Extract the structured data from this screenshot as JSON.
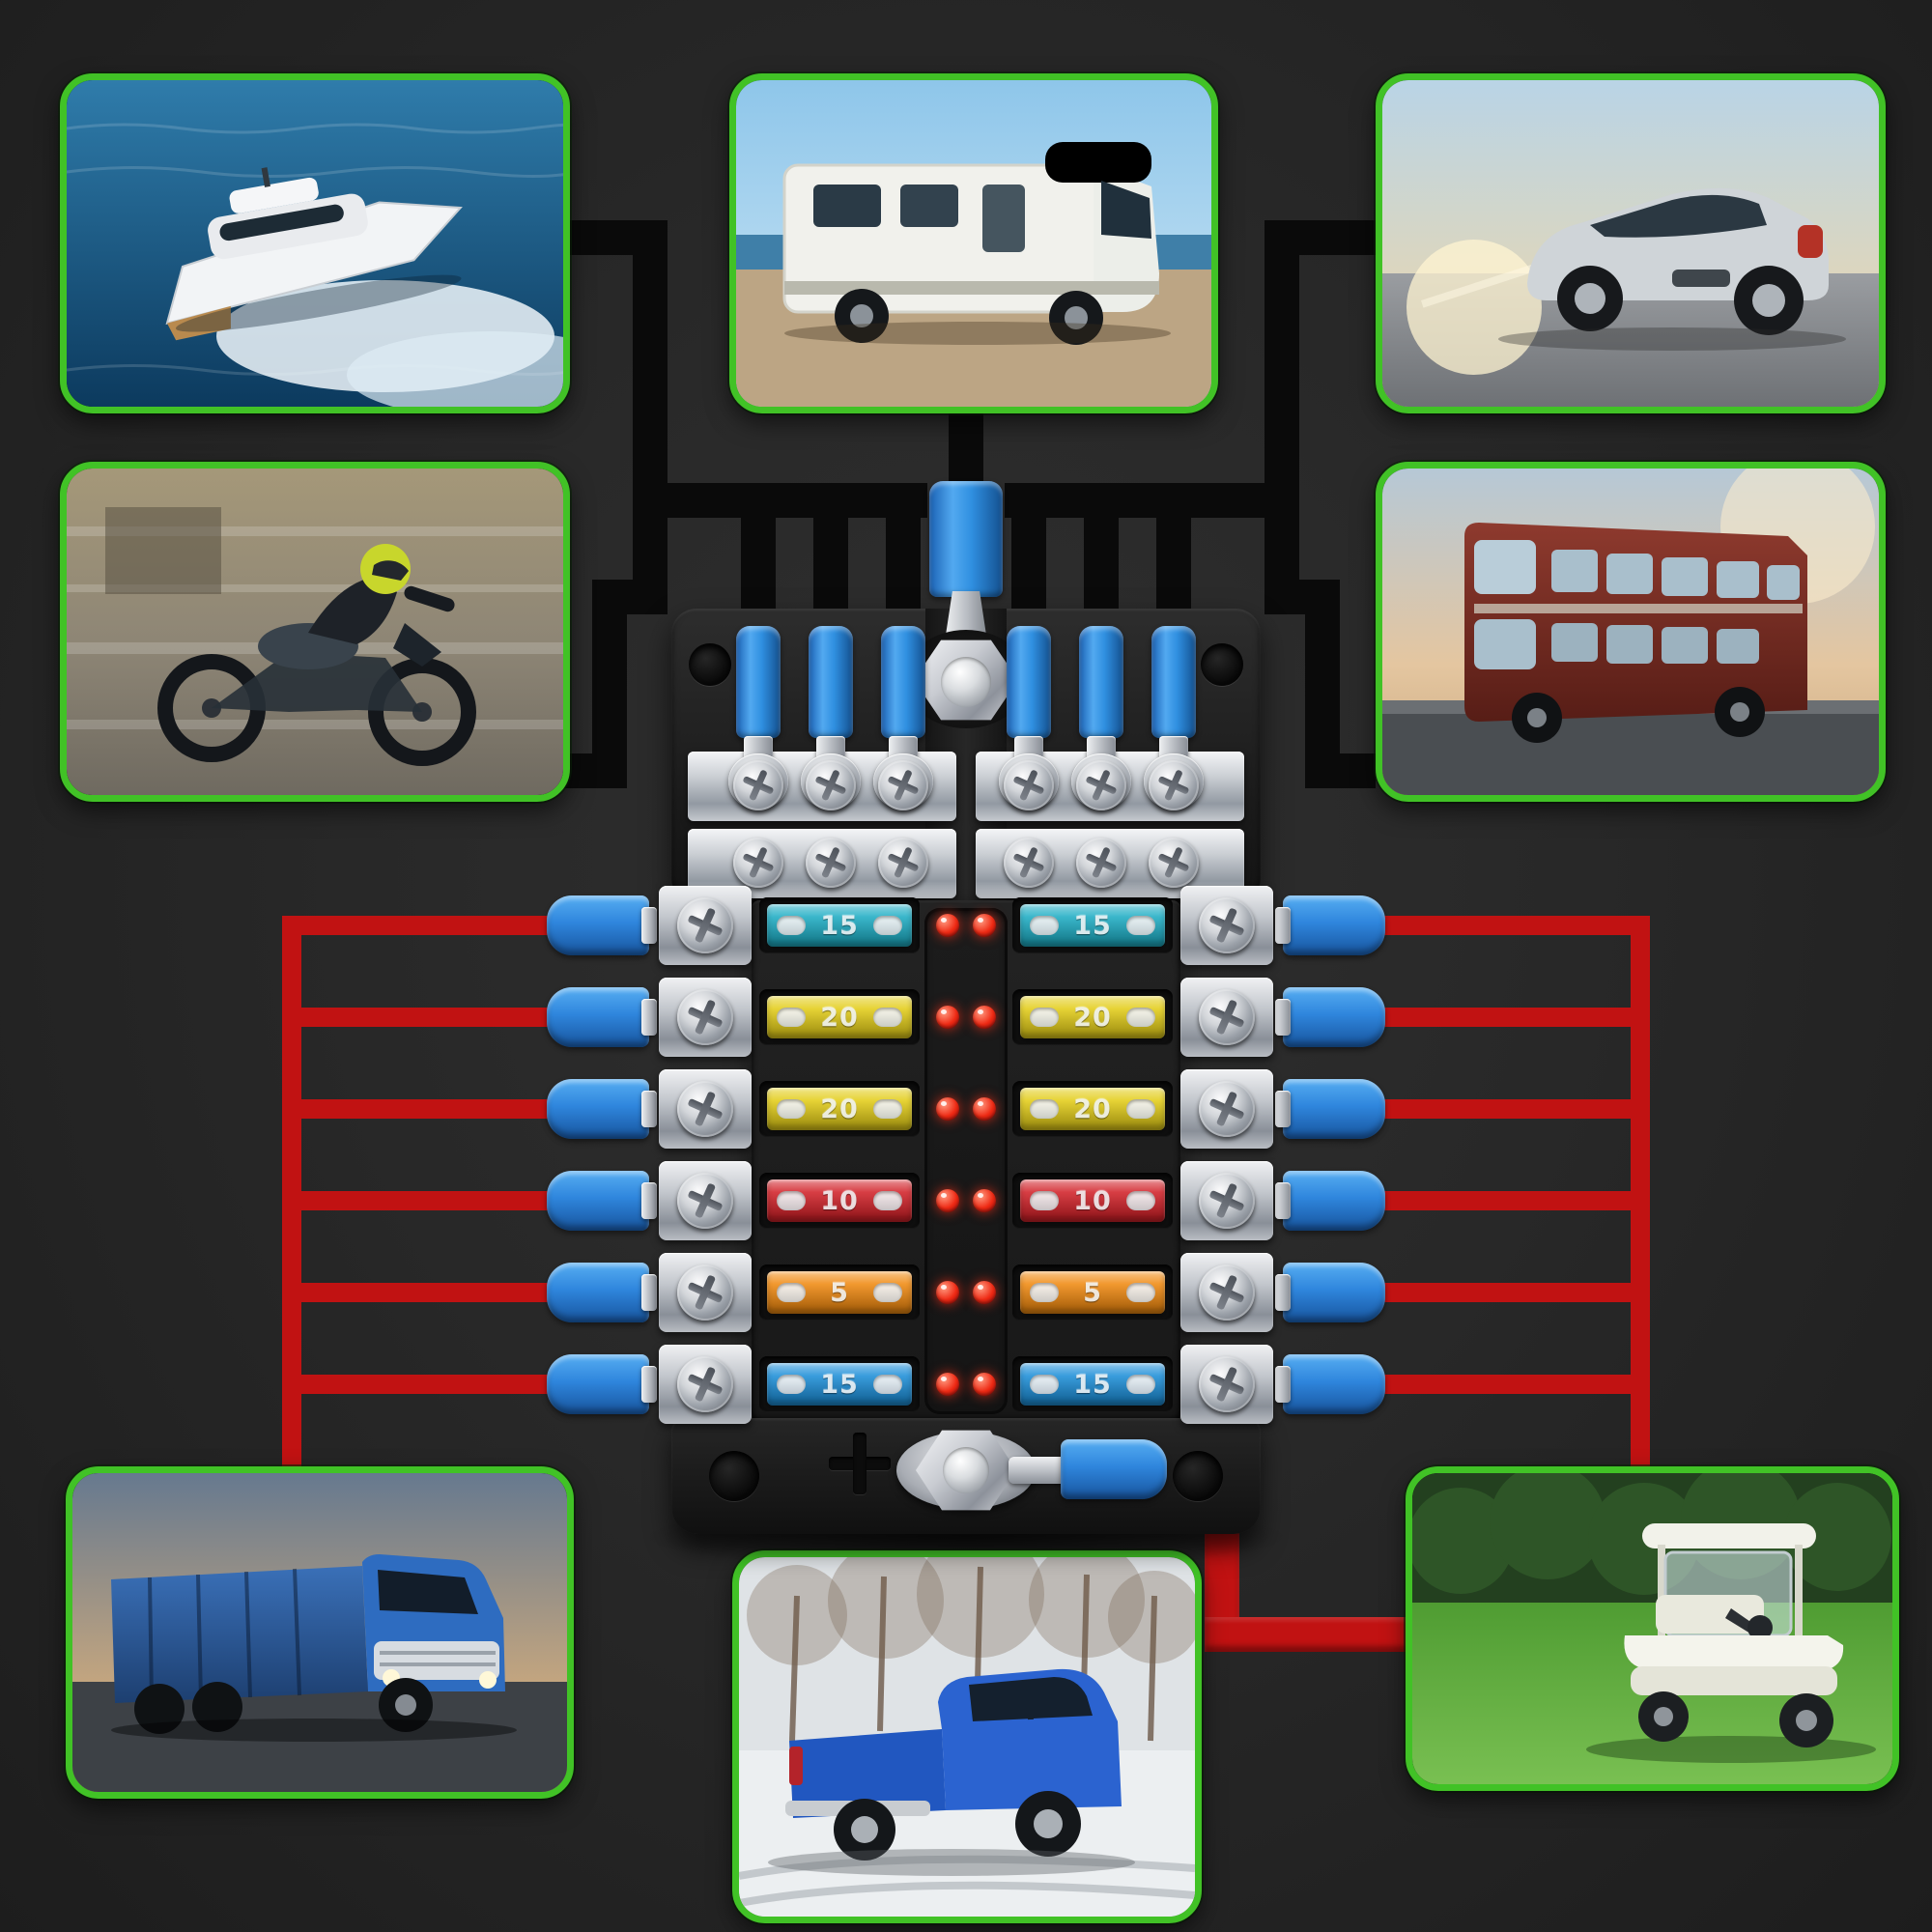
{
  "page": {
    "background_color": "#272727",
    "frame_color": "#41c226"
  },
  "wiring": {
    "ground_wire_color": "#0a0a0a",
    "power_wire_color": "#c11212"
  },
  "fusebox": {
    "positive_marking": "+",
    "led_color": "#ef2a14",
    "terminal_sleeve_color": "#2f86dd",
    "rows": [
      {
        "left_amp": "15",
        "right_amp": "15",
        "fuse_color": "#1fadc4"
      },
      {
        "left_amp": "20",
        "right_amp": "20",
        "fuse_color": "#e3cd1a"
      },
      {
        "left_amp": "20",
        "right_amp": "20",
        "fuse_color": "#e3cd1a"
      },
      {
        "left_amp": "10",
        "right_amp": "10",
        "fuse_color": "#d2232a"
      },
      {
        "left_amp": "5",
        "right_amp": "5",
        "fuse_color": "#f08a12"
      },
      {
        "left_amp": "15",
        "right_amp": "15",
        "fuse_color": "#1e8fd8"
      }
    ]
  },
  "vehicles": [
    {
      "name": "speed-boat"
    },
    {
      "name": "rv-motorhome"
    },
    {
      "name": "car"
    },
    {
      "name": "motorcycle"
    },
    {
      "name": "double-decker-bus"
    },
    {
      "name": "semi-truck"
    },
    {
      "name": "pickup-truck"
    },
    {
      "name": "golf-cart"
    }
  ]
}
